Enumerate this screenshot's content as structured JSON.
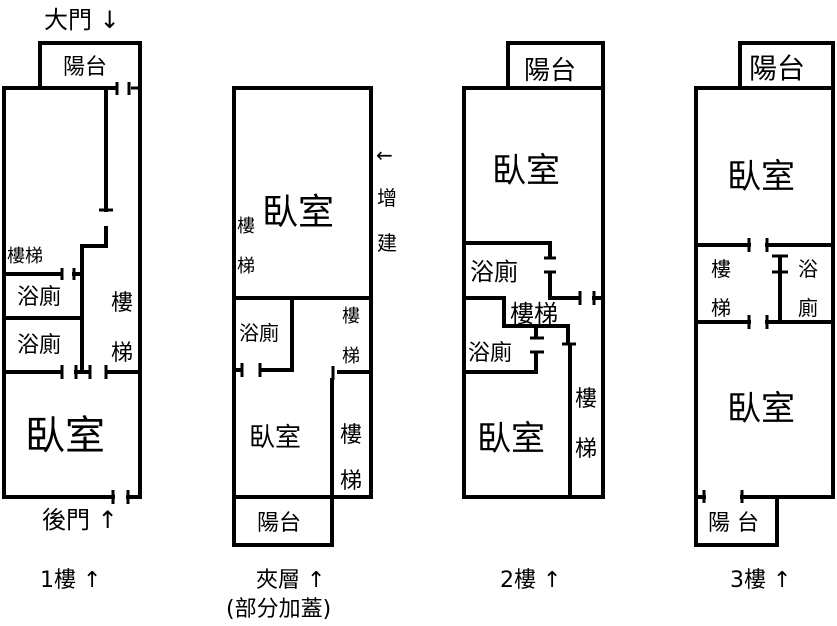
{
  "floors": [
    {
      "id": "1f",
      "caption": "1樓 ↑",
      "entrance_top": "大門 ↓",
      "entrance_bottom": "後門 ↑",
      "rooms": {
        "balcony": "陽台",
        "stair_small": "樓梯",
        "bath1": "浴廁",
        "bath2": "浴廁",
        "stair_v1": "樓",
        "stair_v2": "梯",
        "bedroom": "臥室"
      }
    },
    {
      "id": "mezzanine",
      "caption": "夾層 ↑",
      "caption_sub": "(部分加蓋)",
      "annotation": [
        "←",
        "增",
        "建"
      ],
      "rooms": {
        "bedroom_top": "臥室",
        "stair_a1": "樓",
        "stair_a2": "梯",
        "bath": "浴廁",
        "stair_b1": "樓",
        "stair_b2": "梯",
        "bedroom_bottom": "臥室",
        "stair_c1": "樓",
        "stair_c2": "梯",
        "balcony": "陽台"
      }
    },
    {
      "id": "2f",
      "caption": "2樓 ↑",
      "rooms": {
        "balcony": "陽台",
        "bedroom_top": "臥室",
        "bath1": "浴廁",
        "stair_h": "樓梯",
        "bath2": "浴廁",
        "bedroom_bottom": "臥室",
        "stair_v1": "樓",
        "stair_v2": "梯"
      }
    },
    {
      "id": "3f",
      "caption": "3樓 ↑",
      "rooms": {
        "balcony_top": "陽台",
        "bedroom_top": "臥室",
        "stair1": "樓",
        "stair2": "梯",
        "bath1": "浴",
        "bath2": "廁",
        "bedroom_bottom": "臥室",
        "balcony_bottom": "陽 台"
      }
    }
  ]
}
